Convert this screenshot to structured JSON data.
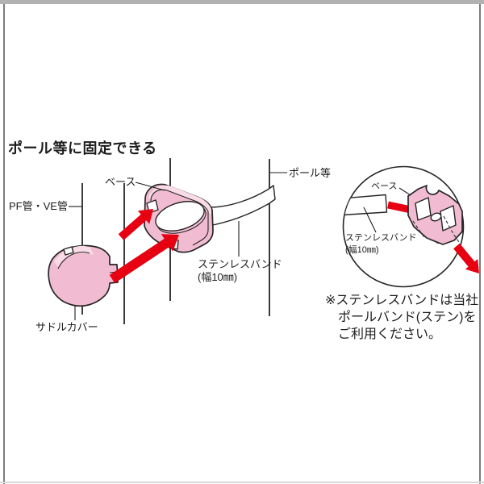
{
  "colors": {
    "part_pink": "#f1bcd1",
    "part_pink_light": "#f9dce7",
    "arrow_red": "#e60012",
    "line_dark": "#262424",
    "frame_top_gray": "#b2b2b2",
    "frame_side_gray": "#7d7d7d",
    "frame_bottom_gray": "#d8d8d8"
  },
  "title": "ポール等に固定できる",
  "main_diagram": {
    "labels": {
      "base": "ベース",
      "pole": "ポール等",
      "pipe": "PF管・VE管",
      "band_name": "ステンレスバンド",
      "band_width": "(幅10㎜)",
      "saddle_cover": "サドルカバー"
    }
  },
  "inset": {
    "labels": {
      "base": "ベース",
      "band_name": "ステンレスバンド",
      "band_width": "(幅10㎜)"
    }
  },
  "note": {
    "line1": "※ステンレスバンドは当社",
    "line2": "ポールバンド(ステン)を",
    "line3": "ご利用ください。"
  }
}
